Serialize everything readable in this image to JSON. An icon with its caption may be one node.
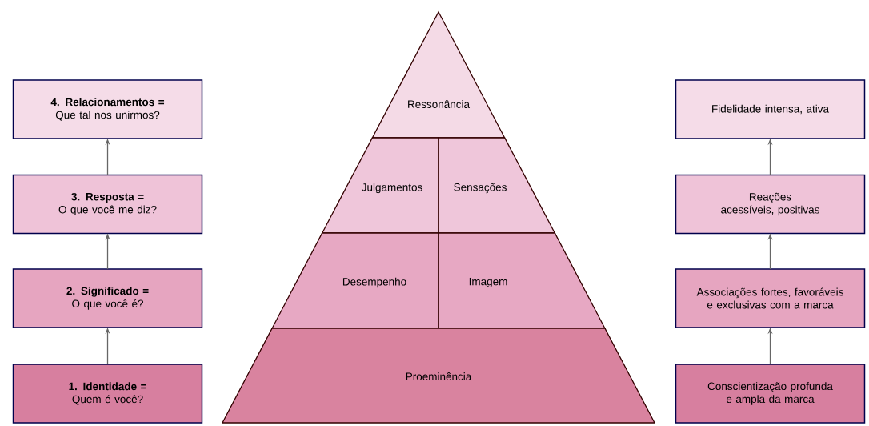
{
  "diagram": {
    "nodes": [
      {
        "text": [
          "4. Relacionamentos =",
          "Que tal nos unirmos?"
        ]
      },
      {
        "text": [
          "3. Resposta =",
          "O que você me diz?"
        ]
      },
      {
        "text": [
          "2. Significado =",
          "O que você é?"
        ]
      },
      {
        "text": [
          "1. Identidade =",
          "Quem é você?"
        ]
      },
      {
        "text": [
          "Ressonância"
        ]
      },
      {
        "text": [
          "Julgamentos"
        ]
      },
      {
        "text": [
          "Sensações"
        ]
      },
      {
        "text": [
          "Desempenho"
        ]
      },
      {
        "text": [
          "Imagem"
        ]
      },
      {
        "text": [
          "Proeminência"
        ]
      },
      {
        "text": [
          "Fidelidade intensa, ativa"
        ]
      },
      {
        "text": [
          "Reações acessíveis, positivas"
        ]
      },
      {
        "text": [
          "Associações fortes, favoráveis e exclusivas com a marca"
        ]
      },
      {
        "text": [
          "Conscientização profunda e ampla da marca"
        ]
      }
    ],
    "edges": [
      {
        "from": 3,
        "to": 2,
        "arrow": "to"
      },
      {
        "from": 2,
        "to": 1,
        "arrow": "to"
      },
      {
        "from": 1,
        "to": 0,
        "arrow": "to"
      },
      {
        "from": 13,
        "to": 12,
        "arrow": "to"
      },
      {
        "from": 12,
        "to": 11,
        "arrow": "to"
      },
      {
        "from": 11,
        "to": 10,
        "arrow": "to"
      }
    ]
  }
}
